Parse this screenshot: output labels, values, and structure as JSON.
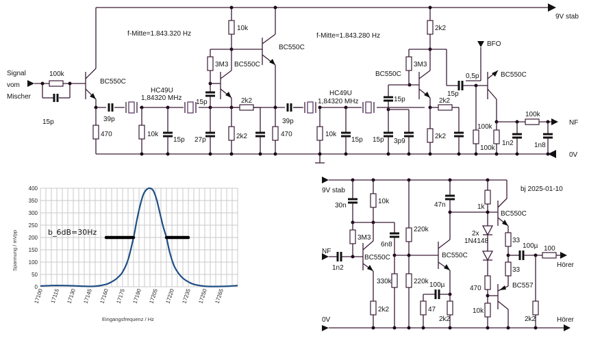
{
  "schematic": {
    "rails": {
      "top_supply": "9V stab",
      "ground": "0V"
    },
    "labels": {
      "input_line1": "Signal",
      "input_line2": "vom",
      "input_line3": "Mischer",
      "f_center_1": "f-Mitte=1.843.320 Hz",
      "f_center_2": "f-Mitte=1.843.280 Hz",
      "bfo": "BFO",
      "nf_out": "NF",
      "date": "bj 2025-01-10",
      "nf_in": "NF",
      "hoerer_1": "Hörer",
      "hoerer_2": "Hörer",
      "supply_lower": "9V stab",
      "ground_lower": "0V"
    },
    "components_upper": {
      "r_in": "100k",
      "c_in": "15p",
      "q1": "BC550C",
      "r_e1": "470",
      "c_39p_1": "39p",
      "xtal_name_1": "HC49U",
      "xtal_freq_1": "1,84320 MHz",
      "r_10k_1": "10k",
      "c_15p_1": "15p",
      "c_15p_2": "15p",
      "c_27p": "27p",
      "r_10k_top": "10k",
      "r_3m3_1": "3M3",
      "q2": "BC550C",
      "q3": "BC550C",
      "r_2k2_a": "2k2",
      "r_2k2_b": "2k2",
      "r_470_2": "470",
      "c_39p_2": "39p",
      "xtal_name_2": "HC49U",
      "xtal_freq_2": "1,84320 MHz",
      "r_10k_2": "10k",
      "c_15p_3": "15p",
      "c_15p_4": "15p",
      "c_15p_5": "15p",
      "c_3p9": "3p9",
      "q4": "BC550C",
      "r_2k2_top": "2k2",
      "r_3m3_2": "3M3",
      "r_2k2_c": "2k2",
      "r_2k2_d": "2k2",
      "c_15p_6": "15p",
      "c_0p5": "0,5p",
      "q5": "BC550C",
      "r_100k_a": "100k",
      "r_100k_b": "100k",
      "r_100k_c": "100k",
      "c_1n2": "1n2",
      "c_1n8": "1n8"
    },
    "components_lower": {
      "c_30n": "30n",
      "r_10k_a": "10k",
      "r_3m3": "3M3",
      "c_6n8": "6n8",
      "c_1n2": "1n2",
      "q1": "BC550C",
      "r_330k": "330k",
      "r_2k2_a": "2k2",
      "r_220k_a": "220k",
      "r_220k_b": "220k",
      "c_47n": "47n",
      "q2": "BC550C",
      "c_100u_a": "100µ",
      "r_47": "47",
      "r_2k2_b": "2k2",
      "r_1k": "1k",
      "diodes_count": "2x",
      "diodes_type": "1N4148",
      "r_470": "470",
      "r_10k_b": "10k",
      "q3": "BC550C",
      "q4": "BC557",
      "r_33_a": "33",
      "r_33_b": "33",
      "c_100u_b": "100µ",
      "r_100": "100",
      "r_2k2_c": "2k2"
    }
  },
  "chart_data": {
    "type": "line",
    "title": "",
    "xlabel": "Eingangsfrequenz / Hz",
    "ylabel": "Spannung / mVpp",
    "xlim": [
      17100,
      17280
    ],
    "ylim": [
      0,
      400
    ],
    "x_ticks": [
      "17100",
      "17115",
      "17130",
      "17145",
      "17160",
      "17175",
      "17190",
      "17205",
      "17220",
      "17235",
      "17250",
      "17265"
    ],
    "y_ticks": [
      "0",
      "50",
      "100",
      "150",
      "200",
      "250",
      "300",
      "350",
      "400"
    ],
    "grid": true,
    "annotation": "b_6dB=30Hz",
    "bandwidth_markers": [
      {
        "x_from": 17160,
        "x_to": 17185,
        "y": 200
      },
      {
        "x_from": 17215,
        "x_to": 17235,
        "y": 200
      }
    ],
    "series": [
      {
        "name": "Spannung",
        "color": "#1f4e85",
        "x": [
          17100,
          17110,
          17120,
          17130,
          17140,
          17150,
          17160,
          17165,
          17170,
          17175,
          17180,
          17185,
          17188,
          17191,
          17194,
          17197,
          17200,
          17203,
          17206,
          17209,
          17212,
          17215,
          17218,
          17222,
          17226,
          17230,
          17235,
          17240,
          17250,
          17260,
          17270,
          17280
        ],
        "y": [
          3,
          5,
          5,
          4,
          2,
          2,
          10,
          20,
          35,
          60,
          110,
          200,
          270,
          330,
          375,
          395,
          400,
          390,
          355,
          300,
          245,
          200,
          140,
          85,
          55,
          35,
          20,
          10,
          2,
          1,
          2,
          5
        ]
      }
    ]
  }
}
